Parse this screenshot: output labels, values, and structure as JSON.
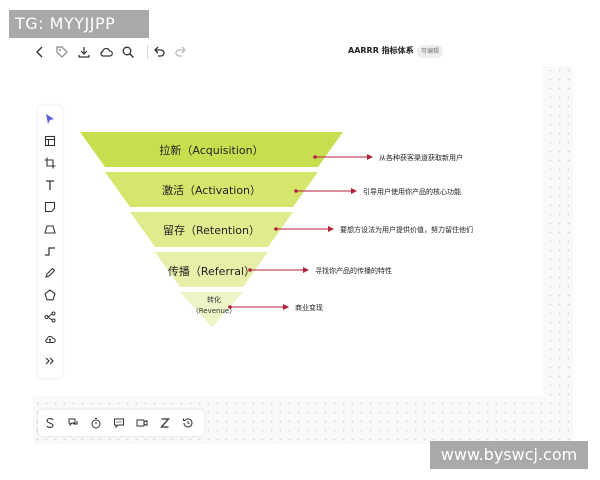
{
  "watermarks": {
    "top": "TG: MYYJJPP",
    "bottom": "www.byswcj.com"
  },
  "header": {
    "title": "AARRR 指标体系",
    "badge": "可编辑"
  },
  "topbar_icons": [
    "back-icon",
    "tag-icon",
    "download-icon",
    "cloud-icon",
    "search-icon",
    "undo-icon",
    "redo-icon"
  ],
  "toolbar_icons": [
    "pointer-icon",
    "frame-icon",
    "crop-icon",
    "text-icon",
    "sticky-note-icon",
    "shape-icon",
    "connector-icon",
    "pen-icon",
    "pentagon-icon",
    "mindmap-icon",
    "upload-icon",
    "more-icon"
  ],
  "bottombar_icons": [
    "strikethrough-s-icon",
    "comment-icon",
    "timer-icon",
    "chat-icon",
    "video-icon",
    "z-icon",
    "history-icon"
  ],
  "funnel": {
    "levels": [
      {
        "label": "拉新（Acquisition）",
        "note": "从各种获客渠道获取新用户",
        "color": "#c9de4f"
      },
      {
        "label": "激活（Activation）",
        "note": "引导用户使用你产品的核心功能",
        "color": "#d6e66d"
      },
      {
        "label": "留存（Retention）",
        "note": "要想方设法为用户提供价值，努力留住他们",
        "color": "#dfeb8c"
      },
      {
        "label": "传播（Referral）",
        "note": "寻找你产品的传播的特性",
        "color": "#e7efa8"
      },
      {
        "label_line1": "转化",
        "label_line2": "（Revenue）",
        "note": "商业变现",
        "color": "#eef4c6"
      }
    ],
    "arrow_color": "#b2223a"
  }
}
